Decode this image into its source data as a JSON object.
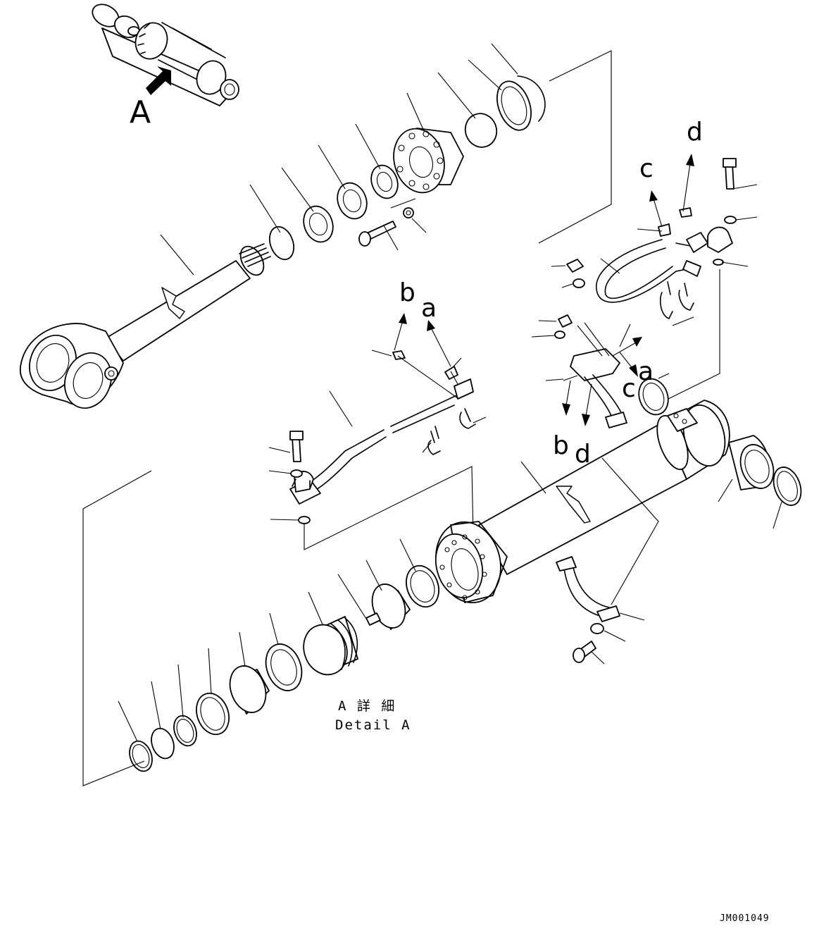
{
  "view_label": "A",
  "refs": {
    "a_top": "a",
    "b_top": "b",
    "c_top": "c",
    "d_top": "d",
    "a_mid": "a",
    "c_mid": "c",
    "b_bot": "b",
    "d_bot": "d"
  },
  "detail_caption_jp": "A 詳 細",
  "detail_caption_en": "Detail A",
  "drawing_code": "JM001049"
}
